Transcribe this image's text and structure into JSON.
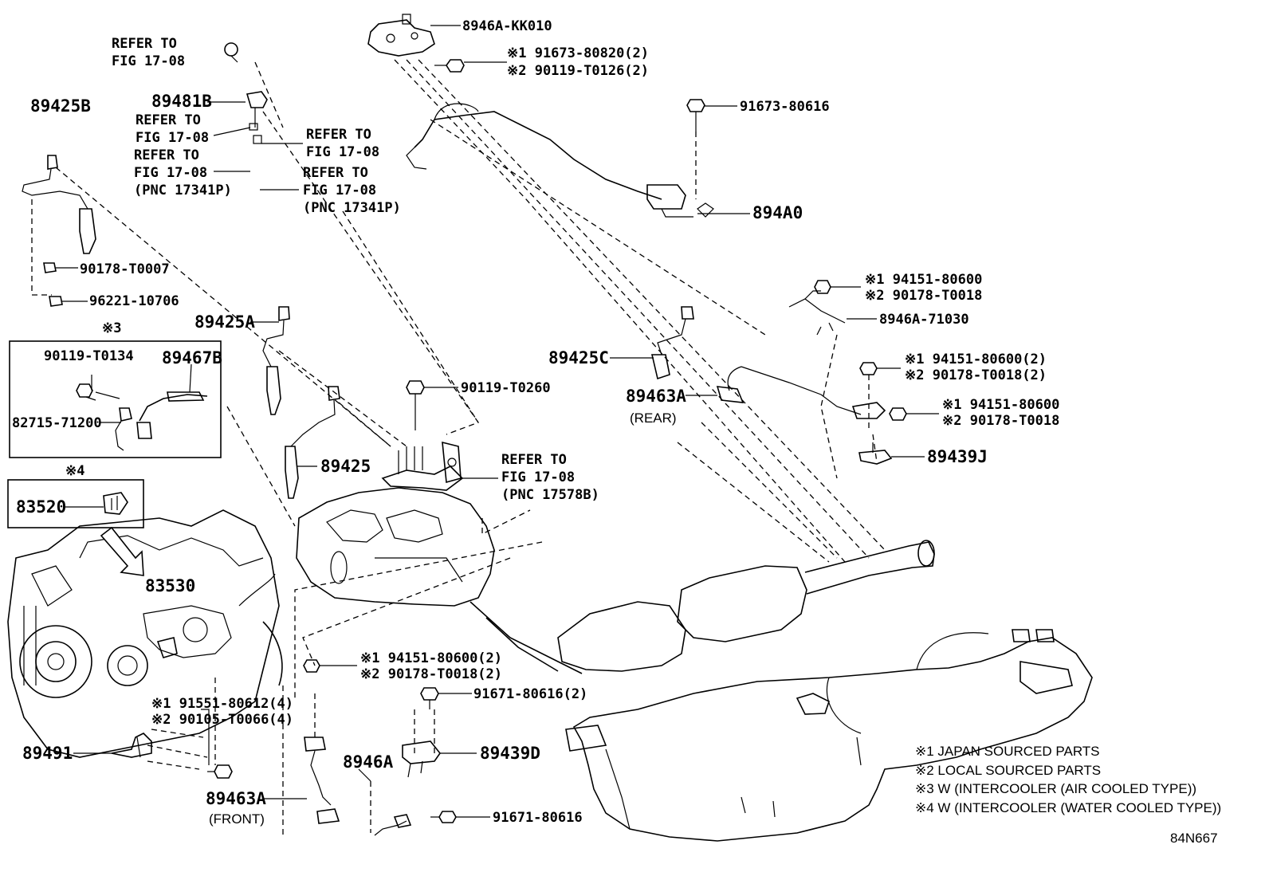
{
  "diagram_id": "84N667",
  "refer": {
    "a1": "REFER TO",
    "a2": "FIG 17-08",
    "b1": "REFER TO",
    "b2": "FIG 17-08",
    "c1": "REFER TO",
    "c2": "FIG 17-08",
    "d1": "REFER TO",
    "d2": "FIG 17-08",
    "d3": "(PNC 17341P)",
    "e1": "REFER TO",
    "e2": "FIG 17-08",
    "e3": "(PNC 17341P)",
    "f1": "REFER TO",
    "f2": "FIG 17-08",
    "f3": "(PNC 17578B)"
  },
  "parts": {
    "p8946a_kk010": "8946A-KK010",
    "p91673_80820": "※1 91673-80820(2)",
    "p90119_t0126": "※2 90119-T0126(2)",
    "p91673_80616": "91673-80616",
    "p894a0": "894A0",
    "p89425b": "89425B",
    "p89481b": "89481B",
    "p90178_t0007": "90178-T0007",
    "p96221_10706": "96221-10706",
    "p89425a": "89425A",
    "p90119_t0260": "90119-T0260",
    "p89425": "89425",
    "p89425c": "89425C",
    "p89463a_rear": "89463A",
    "rear": "(REAR)",
    "p94151_80600_a": "※1 94151-80600",
    "p90178_t0018_a": "※2 90178-T0018",
    "p8946a_71030": "8946A-71030",
    "p94151_80600_2a": "※1 94151-80600(2)",
    "p90178_t0018_2a": "※2 90178-T0018(2)",
    "p94151_80600_b": "※1 94151-80600",
    "p90178_t0018_b": "※2 90178-T0018",
    "p89439j": "89439J",
    "note3_mark": "※3",
    "p90119_t0134": "90119-T0134",
    "p89467b": "89467B",
    "p82715_71200": "82715-71200",
    "note4_mark": "※4",
    "p83520": "83520",
    "p83530": "83530",
    "p94151_80600_2b": "※1 94151-80600(2)",
    "p90178_t0018_2b": "※2 90178-T0018(2)",
    "p91671_80616_2": "91671-80616(2)",
    "p91551_80612": "※1 91551-80612(4)",
    "p90105_t0066": "※2 90105-T0066(4)",
    "p89491": "89491",
    "p8946a": "8946A",
    "p89439d": "89439D",
    "p89463a_front": "89463A",
    "front": "(FRONT)",
    "p91671_80616": "91671-80616"
  },
  "legend": {
    "n1": "※1 JAPAN SOURCED PARTS",
    "n2": "※2 LOCAL SOURCED PARTS",
    "n3": "※3 W (INTERCOOLER (AIR COOLED TYPE))",
    "n4": "※4 W (INTERCOOLER (WATER COOLED TYPE))"
  }
}
